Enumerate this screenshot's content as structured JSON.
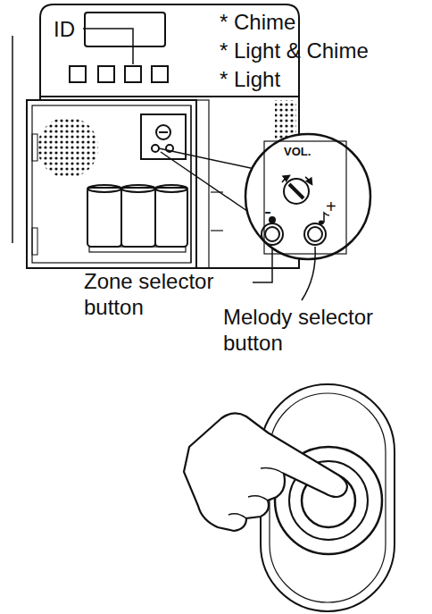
{
  "diagram": {
    "labels": [
      "ID",
      "* Chime",
      "* Light & Chime",
      "* Light",
      "VOL.",
      "-",
      "+",
      "Zone selector button",
      "Melody selector button"
    ]
  }
}
